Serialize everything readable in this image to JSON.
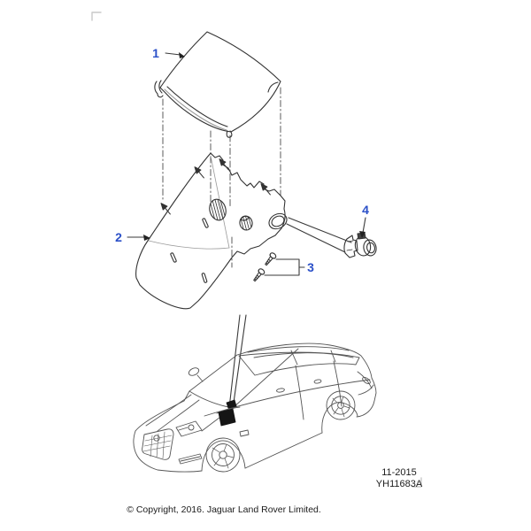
{
  "diagram": {
    "callouts": [
      {
        "label": "1"
      },
      {
        "label": "2"
      },
      {
        "label": "3"
      },
      {
        "label": "4"
      }
    ],
    "stamp": {
      "date": "11-2015",
      "code": "YH11683A"
    },
    "copyright": "© Copyright, 2016. Jaguar Land Rover Limited.",
    "colors": {
      "background": "#ffffff",
      "line": "#333333",
      "shade": "#9a9a9a",
      "callout_blue": "#2b50c8",
      "corner_mark": "#c9c9c9",
      "marker_fill": "#151515"
    }
  }
}
